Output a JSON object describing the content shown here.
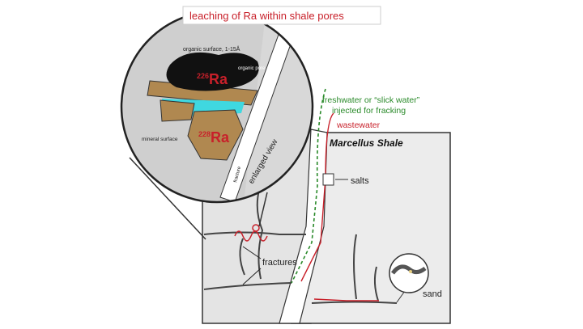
{
  "title": "leaching of Ra within shale pores",
  "enlarged": {
    "organic_surface": "organic surface, 1-15Å",
    "organic_pore": "organic pore",
    "ra226_mass": "226",
    "ra226_symbol": "Ra",
    "ra228_mass": "228",
    "ra228_symbol": "Ra",
    "mineral_surface": "mineral surface",
    "fracture": "fracture",
    "enlarged_view": "enlarged view"
  },
  "main": {
    "formation": "Marcellus Shale",
    "injected": "freshwater or “slick water”",
    "injected2": "injected for fracking",
    "wastewater": "wastewater",
    "salts": "salts",
    "fractures": "fractures",
    "sand": "sand"
  },
  "colors": {
    "red": "#c8202a",
    "green": "#2a8a2a",
    "tan": "#b08850",
    "cyan": "#3fd8e0",
    "gray": "#cfcfcf"
  }
}
